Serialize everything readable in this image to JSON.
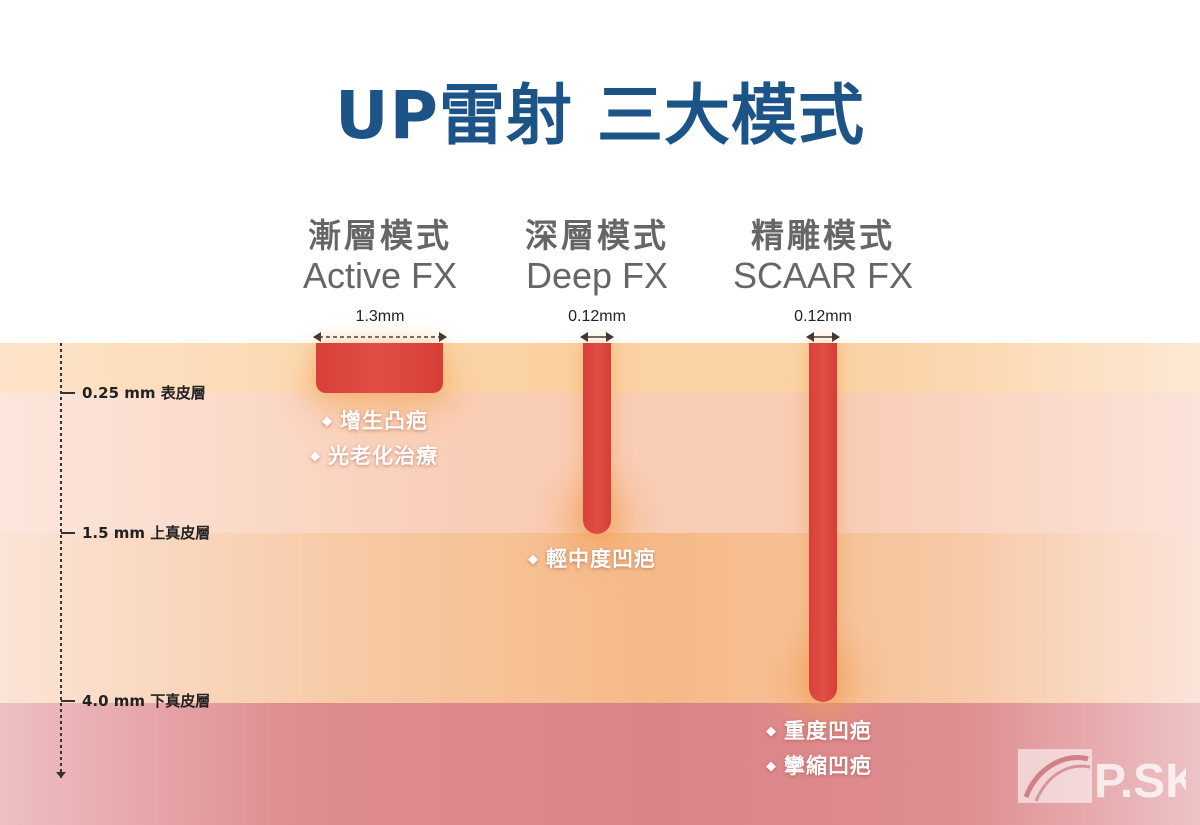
{
  "title": "UP雷射 三大模式",
  "modes": [
    {
      "zh": "漸層模式",
      "en": "Active FX",
      "width": "1.3mm",
      "indications": [
        "增生凸疤",
        "光老化治療"
      ]
    },
    {
      "zh": "深層模式",
      "en": "Deep FX",
      "width": "0.12mm",
      "indications": [
        "輕中度凹疤"
      ]
    },
    {
      "zh": "精雕模式",
      "en": "SCAAR FX",
      "width": "0.12mm",
      "indications": [
        "重度凹疤",
        "攣縮凹疤"
      ]
    }
  ],
  "depths": [
    {
      "label": "0.25 mm 表皮層"
    },
    {
      "label": "1.5 mm 上真皮層"
    },
    {
      "label": "4.0 mm 下真皮層"
    }
  ],
  "logo": {
    "text": "P.SKIN"
  },
  "icons": {
    "bullet": "diamond-icon",
    "dimension": "double-arrow-icon"
  },
  "colors": {
    "title": "#1c5488",
    "beam": "#dc4640",
    "epidermis": "#fbd1a2",
    "upper_dermis": "#f9cdb6",
    "mid_dermis": "#f5b987",
    "lower_dermis": "#db8488"
  }
}
